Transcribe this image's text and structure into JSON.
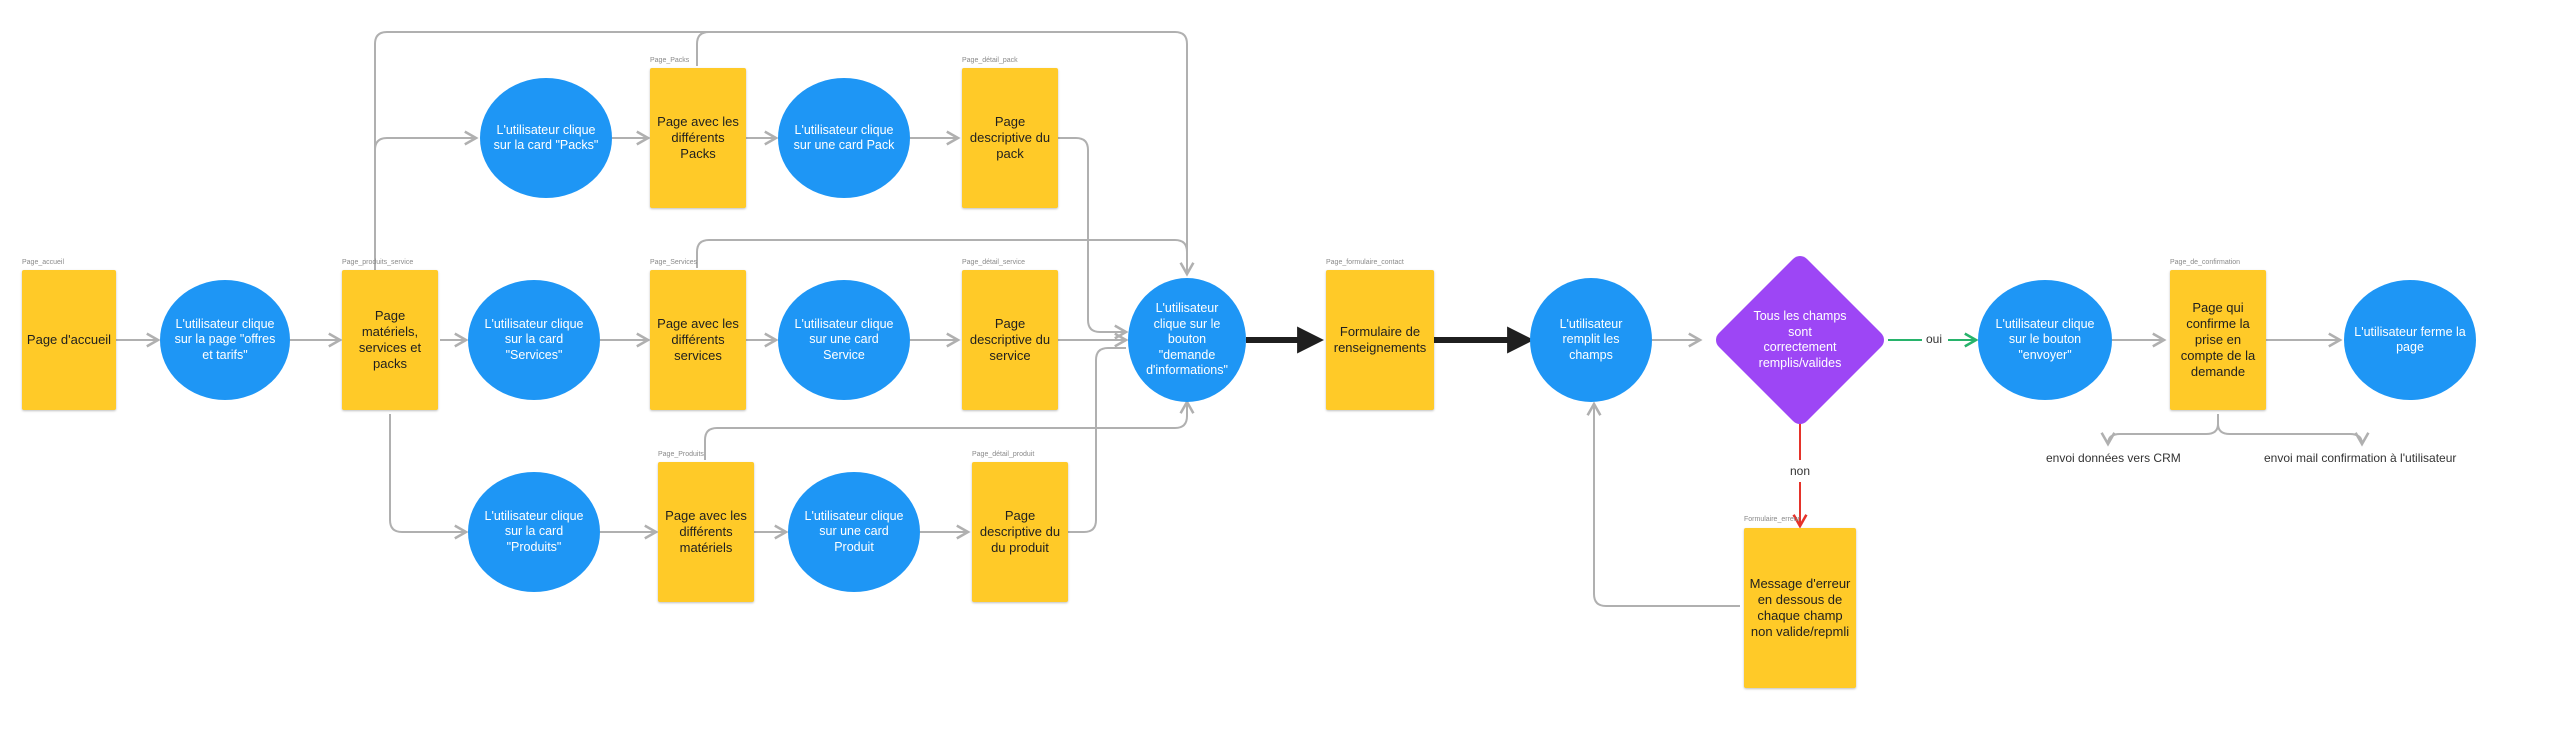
{
  "colors": {
    "page": "#ffca28",
    "action": "#1e96f5",
    "decision": "#9d46f5",
    "connector": "#b0b0b0",
    "connector_bold": "#1f1f1f",
    "yes": "#27b36b",
    "no": "#e5332a"
  },
  "page_labels": {
    "accueil": "Page_accueil",
    "produits_service": "Page_produits_service",
    "packs": "Page_Packs",
    "detail_pack": "Page_détail_pack",
    "services": "Page_Services",
    "detail_service": "Page_détail_service",
    "produits": "Page_Produits",
    "detail_produit": "Page_détail_produit",
    "formulaire_contact": "Page_formulaire_contact",
    "confirmation": "Page_de_confirmation",
    "formulaire_erreur": "Formulaire_erreur"
  },
  "nodes": {
    "page_accueil": "Page d'accueil",
    "clic_offres": "L'utilisateur clique sur la page \"offres et tarifs\"",
    "page_materiels": "Page matériels, services et packs",
    "clic_packs": "L'utilisateur clique sur la card \"Packs\"",
    "page_packs": "Page avec les différents Packs",
    "clic_card_pack": "L'utilisateur clique sur une card Pack",
    "desc_pack": "Page descriptive du pack",
    "clic_services": "L'utilisateur clique sur la card \"Services\"",
    "page_services": "Page avec les différents services",
    "clic_card_service": "L'utilisateur clique sur une card Service",
    "desc_service": "Page descriptive du service",
    "clic_produits": "L'utilisateur clique sur la card \"Produits\"",
    "page_produits": "Page avec les différents matériels",
    "clic_card_produit": "L'utilisateur clique sur une card Produit",
    "desc_produit": "Page descriptive du du produit",
    "clic_demande": "L'utilisateur clique sur le bouton \"demande d'informations\"",
    "formulaire": "Formulaire de renseignements",
    "remplit": "L'utilisateur remplit les champs",
    "decision": "Tous les champs sont correctement remplis/valides",
    "clic_envoyer": "L'utilisateur clique sur le bouton \"envoyer\"",
    "page_confirmation": "Page qui confirme la prise en compte de la demande",
    "ferme": "L'utilisateur ferme la page",
    "erreur": "Message d'erreur en dessous de chaque champ non valide/repmli"
  },
  "edge_labels": {
    "oui": "oui",
    "non": "non"
  },
  "notes": {
    "crm": "envoi données vers CRM",
    "mail": "envoi mail confirmation à l'utilisateur"
  }
}
